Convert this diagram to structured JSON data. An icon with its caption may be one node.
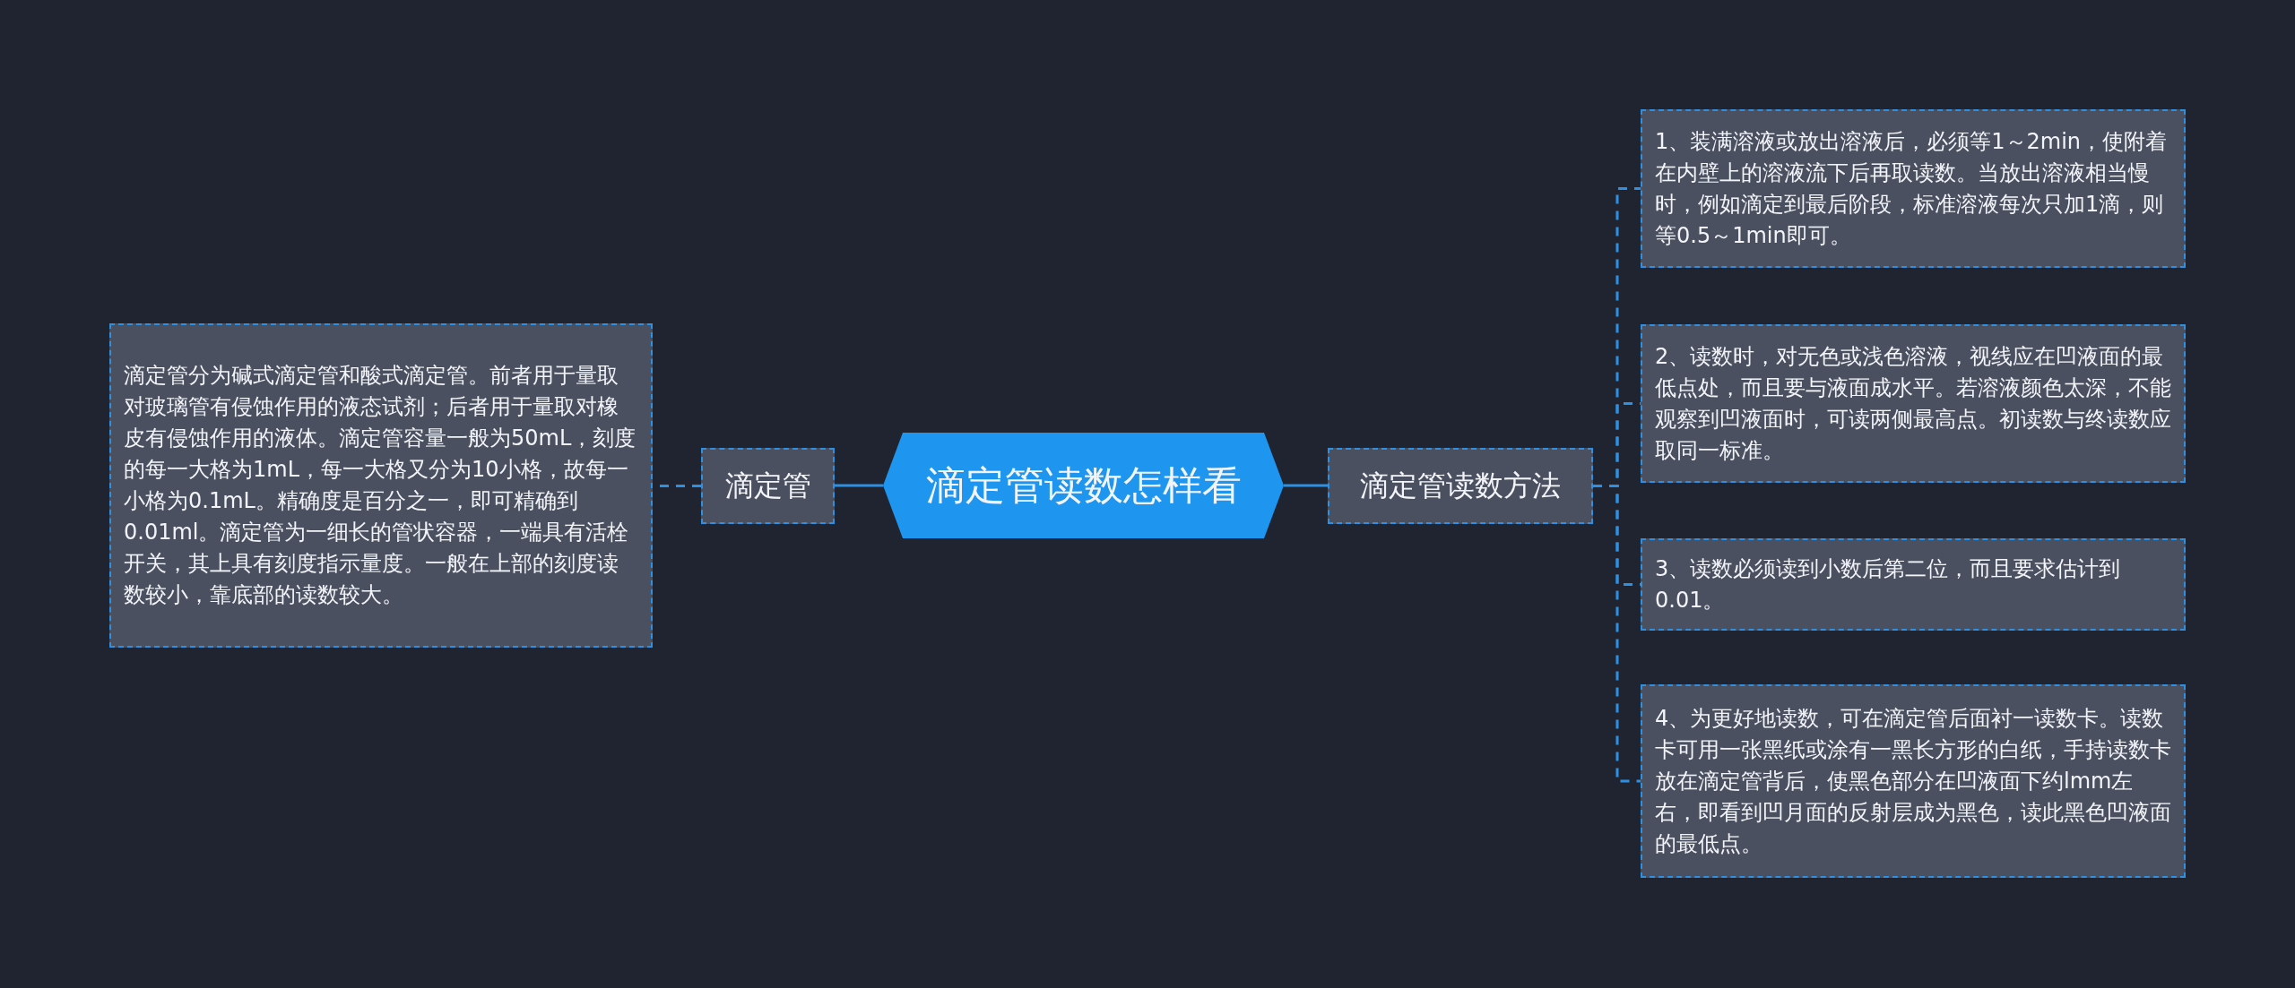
{
  "diagram": {
    "nodes": [
      {
        "text": [
          "滴定管读数怎样看"
        ]
      },
      {
        "text": [
          "滴定管"
        ]
      },
      {
        "text": [
          "滴定管分为碱式滴定管和酸式滴定管。前者用于量取对玻璃管有侵蚀作用的液态试剂；后者用于量取对橡皮有侵蚀作用的液体。滴定管容量一般为50mL，刻度的每一大格为1mL，每一大格又分为10小格，故每一小格为0.1mL。精确度是百分之一，即可精确到0.01ml。滴定管为一细长的管状容器，一端具有活栓开关，其上具有刻度指示量度。一般在上部的刻度读数较小，靠底部的读数较大。"
        ]
      },
      {
        "text": [
          "滴定管读数方法"
        ]
      },
      {
        "text": [
          "1、装满溶液或放出溶液后，必须等1～2min，使附着在内壁上的溶液流下后再取读数。当放出溶液相当慢时，例如滴定到最后阶段，标准溶液每次只加1滴，则等0.5～1min即可。"
        ]
      },
      {
        "text": [
          "2、读数时，对无色或浅色溶液，视线应在凹液面的最低点处，而且要与液面成水平。若溶液颜色太深，不能观察到凹液面时，可读两侧最高点。初读数与终读数应取同一标准。"
        ]
      },
      {
        "text": [
          "3、读数必须读到小数后第二位，而且要求估计到0.01。"
        ]
      },
      {
        "text": [
          "4、为更好地读数，可在滴定管后面衬一读数卡。读数卡可用一张黑纸或涂有一黑长方形的白纸，手持读数卡放在滴定管背后，使黑色部分在凹液面下约lmm左右，即看到凹月面的反射层成为黑色，读此黑色凹液面的最低点。"
        ]
      }
    ],
    "edges": [
      {
        "from": 0,
        "to": 1,
        "arrow": "none"
      },
      {
        "from": 1,
        "to": 2,
        "arrow": "none",
        "style": "dashed"
      },
      {
        "from": 0,
        "to": 3,
        "arrow": "none"
      },
      {
        "from": 3,
        "to": 4,
        "arrow": "none",
        "style": "dashed"
      },
      {
        "from": 3,
        "to": 5,
        "arrow": "none",
        "style": "dashed"
      },
      {
        "from": 3,
        "to": 6,
        "arrow": "none",
        "style": "dashed"
      },
      {
        "from": 3,
        "to": 7,
        "arrow": "none",
        "style": "dashed"
      }
    ]
  }
}
